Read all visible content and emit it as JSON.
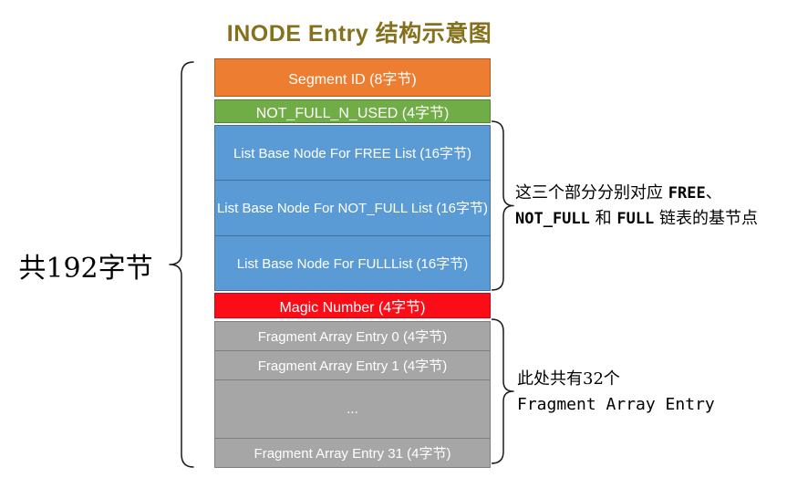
{
  "title": "INODE Entry 结构示意图",
  "left_label": "共192字节",
  "stack": {
    "rows": [
      {
        "id": "segment-id",
        "label": "Segment ID (8字节)",
        "color": "#ED7D31"
      },
      {
        "id": "not-full-n-used",
        "label": "NOT_FULL_N_USED (4字节)",
        "color": "#70AD47"
      },
      {
        "id": "list-base-free",
        "label": "List Base Node For FREE List (16字节)",
        "color": "#5B9BD5"
      },
      {
        "id": "list-base-notfull",
        "label": "List Base Node For NOT_FULL List (16字节)",
        "color": "#5B9BD5"
      },
      {
        "id": "list-base-full",
        "label": "List Base Node For FULLList (16字节)",
        "color": "#5B9BD5"
      },
      {
        "id": "magic-number",
        "label": "Magic Number (4字节)",
        "color": "#FB0D17"
      },
      {
        "id": "fragment-0",
        "label": "Fragment Array Entry 0 (4字节)",
        "color": "#A6A6A6"
      },
      {
        "id": "fragment-1",
        "label": "Fragment Array Entry 1 (4字节)",
        "color": "#A6A6A6"
      },
      {
        "id": "fragment-ellipsis",
        "label": "...",
        "color": "#A6A6A6"
      },
      {
        "id": "fragment-31",
        "label": "Fragment Array Entry 31 (4字节)",
        "color": "#A6A6A6"
      }
    ]
  },
  "annotations": {
    "lists": {
      "line1_prefix": "这三个部分分别对应 ",
      "line1_bold": "FREE",
      "line1_suffix": "、",
      "line2_bold1": "NOT_FULL",
      "line2_mid": " 和 ",
      "line2_bold2": "FULL",
      "line2_suffix": " 链表的基节点"
    },
    "fragments": {
      "line1": "此处共有32个",
      "line2": "Fragment Array Entry"
    }
  },
  "colors": {
    "title_text": "#85701c",
    "segment_fill": "#ED7D31",
    "segment_border": "#AE5A21",
    "notfull_fill": "#70AD47",
    "notfull_border": "#538135",
    "list_fill": "#5B9BD5",
    "list_border": "#41719C",
    "magic_fill": "#FB0D17",
    "fragment_fill": "#A6A6A6",
    "fragment_border": "#7F7F7F",
    "box_text": "#FFFFFF",
    "annotation_text": "#000000"
  }
}
